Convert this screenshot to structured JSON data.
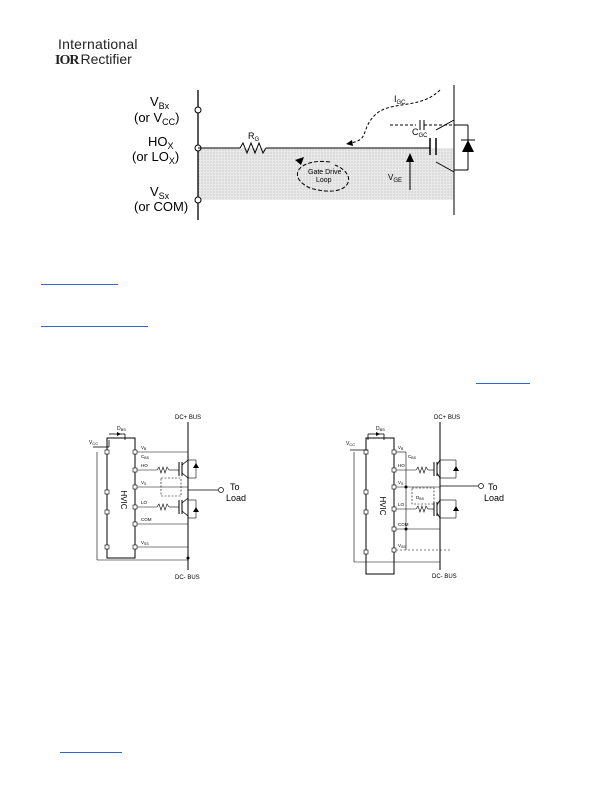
{
  "logo": {
    "line1": "International",
    "mark": "IOR",
    "line2": "Rectifier"
  },
  "fig1": {
    "vb_top": "V",
    "vb_sub": "Bx",
    "vb_alt": "(or V",
    "vb_alt_sub": "CC",
    "vb_alt_end": ")",
    "ho": "HO",
    "ho_sub": "X",
    "ho_alt": "(or LO",
    "ho_alt_sub": "X",
    "ho_alt_end": ")",
    "vs": "V",
    "vs_sub": "Sx",
    "vs_alt": "(or COM)",
    "rg": "R",
    "rg_sub": "G",
    "igc": "I",
    "igc_sub": "GC",
    "cgc": "C",
    "cgc_sub": "GC",
    "loop1": "Gate Drive",
    "loop2": "Loop",
    "vge": "V",
    "vge_sub": "GE"
  },
  "fig2": {
    "dc_plus": "DC+ BUS",
    "dc_minus": "DC- BUS",
    "hvic": "HVIC",
    "dbs": "D",
    "dbs_sub": "BS",
    "vcc": "V",
    "vcc_sub": "CC",
    "vb": "V",
    "vb_sub": "B",
    "cbs": "C",
    "cbs_sub": "BS",
    "ho": "HO",
    "vs": "V",
    "vs_sub": "S",
    "lo": "LO",
    "com": "COM",
    "vss": "V",
    "vss_sub": "SS",
    "to_load1": "To",
    "to_load2": "Load"
  },
  "fig3": {
    "dc_plus": "DC+ BUS",
    "dc_minus": "DC- BUS",
    "hvic": "HVIC",
    "dbs": "D",
    "dbs_sub": "BS",
    "vcc": "V",
    "vcc_sub": "CC",
    "vb": "V",
    "vb_sub": "B",
    "cbs": "C",
    "cbs_sub": "BS",
    "ho": "HO",
    "vs": "V",
    "vs_sub": "S",
    "dbs2": "D",
    "dbs2_sub": "BS",
    "lo": "LO",
    "com": "COM",
    "vss": "V",
    "vss_sub": "SS",
    "to_load1": "To",
    "to_load2": "Load"
  }
}
